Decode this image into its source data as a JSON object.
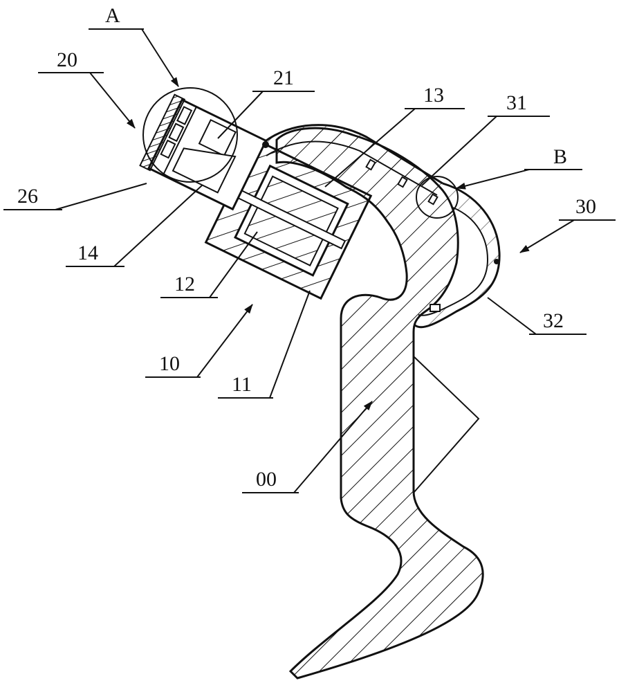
{
  "labels": {
    "A": "A",
    "n20": "20",
    "n21": "21",
    "n13": "13",
    "n31": "31",
    "B": "B",
    "n30": "30",
    "n26": "26",
    "n14": "14",
    "n12": "12",
    "n32": "32",
    "n10": "10",
    "n11": "11",
    "n00": "00"
  },
  "colors": {
    "ink": "#111111",
    "paper": "#ffffff"
  }
}
